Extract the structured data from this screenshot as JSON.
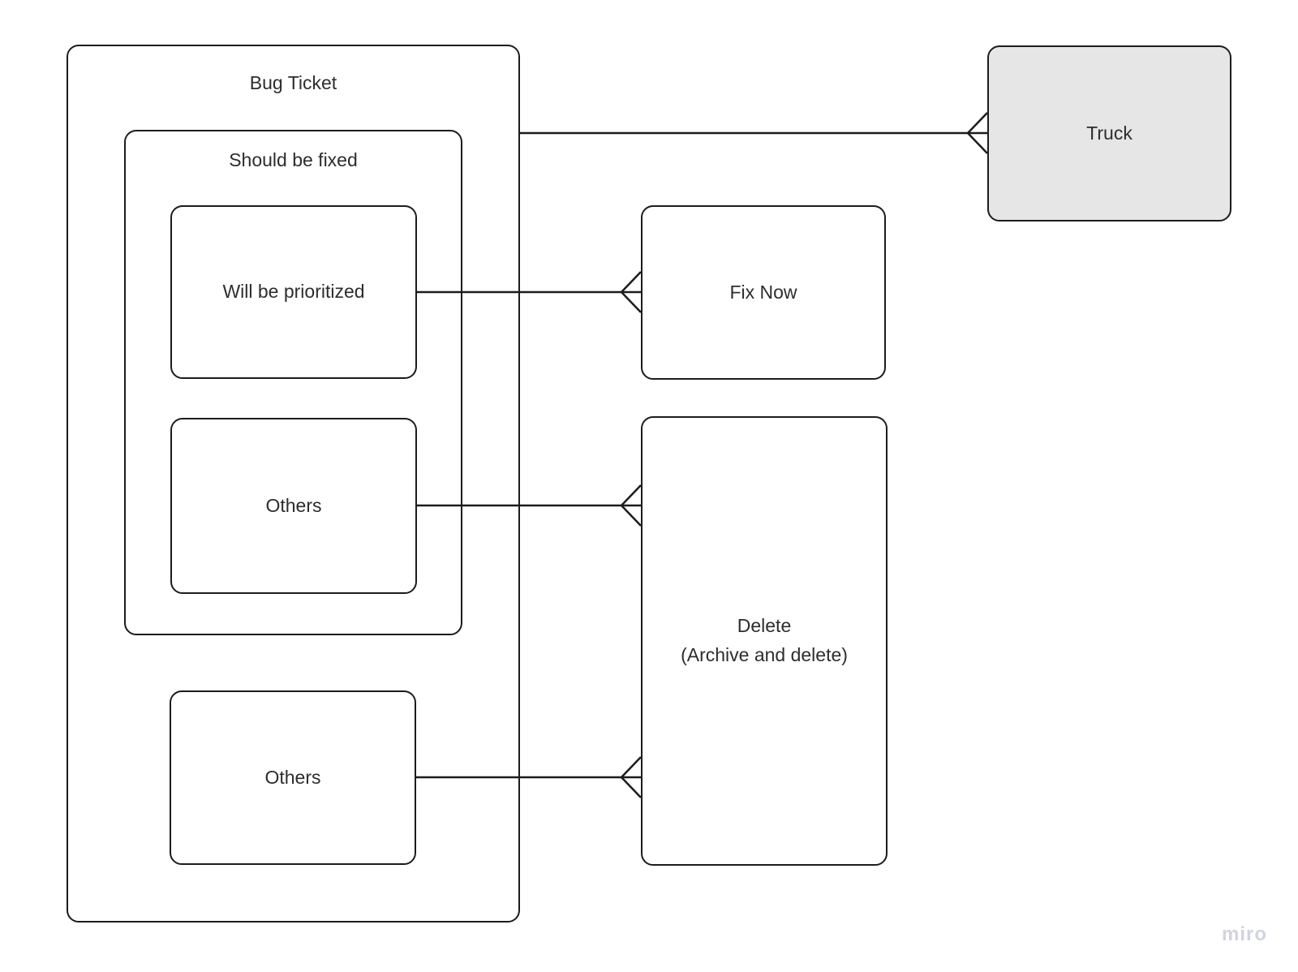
{
  "board": {
    "watermark": "miro",
    "colors": {
      "stroke": "#1c1c1c",
      "node_fill": "#ffffff",
      "truck_fill": "#e6e6e6",
      "text": "#2d2d2d",
      "watermark_color": "#d2d3e0"
    },
    "groups": {
      "bug_ticket": {
        "label": "Bug Ticket"
      },
      "should_be_fixed": {
        "label": "Should be fixed"
      }
    },
    "nodes": {
      "will_be_prioritized": {
        "label": "Will be prioritized"
      },
      "others_in_should_be_fixed": {
        "label": "Others"
      },
      "others_in_bug_ticket": {
        "label": "Others"
      },
      "fix_now": {
        "label": "Fix Now"
      },
      "delete": {
        "label_line1": "Delete",
        "label_line2": "(Archive and delete)"
      },
      "truck": {
        "label": "Truck"
      }
    },
    "edges": [
      {
        "from": "bug_ticket",
        "to": "truck",
        "terminator": "crow-foot-many"
      },
      {
        "from": "will_be_prioritized",
        "to": "fix_now",
        "terminator": "crow-foot-many"
      },
      {
        "from": "others_in_should_be_fixed",
        "to": "delete",
        "terminator": "crow-foot-many"
      },
      {
        "from": "others_in_bug_ticket",
        "to": "delete",
        "terminator": "crow-foot-many"
      }
    ]
  }
}
